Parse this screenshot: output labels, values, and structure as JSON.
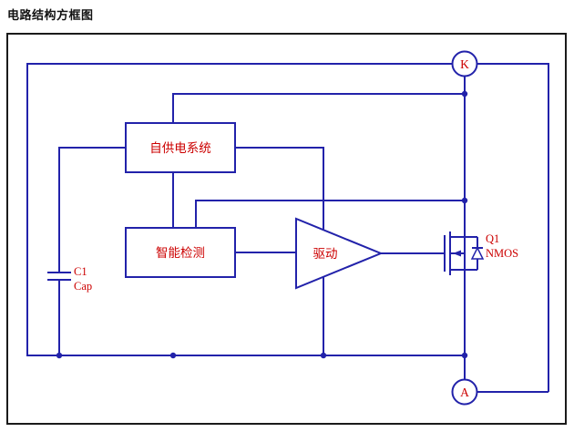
{
  "page": {
    "title": "电路结构方框图"
  },
  "diagram": {
    "terminals": {
      "cathode": "K",
      "anode": "A"
    },
    "blocks": {
      "self_power": "自供电系统",
      "detection": "智能检测",
      "driver": "驱动"
    },
    "mosfet": {
      "designator": "Q1",
      "type": "NMOS"
    },
    "capacitor": {
      "designator": "C1",
      "value": "Cap"
    },
    "colors": {
      "wire": "#2222aa",
      "label": "#cc0000",
      "frame": "#1a1a1a",
      "background": "#ffffff"
    }
  }
}
